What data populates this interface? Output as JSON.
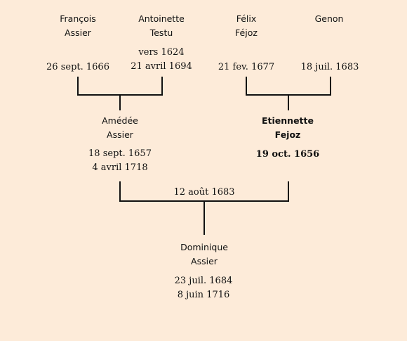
{
  "persons": {
    "francois": {
      "first": "François",
      "last": "Assier",
      "birth": "26 sept. 1666"
    },
    "antoinette": {
      "first": "Antoinette",
      "last": "Testu",
      "birth": "vers 1624",
      "death": "21 avril 1694"
    },
    "felix": {
      "first": "Félix",
      "last": "Féjoz",
      "birth": "21 fev. 1677"
    },
    "genon": {
      "first": "Genon",
      "death": "18 juil. 1683"
    },
    "amedee": {
      "first": "Amédée",
      "last": "Assier",
      "birth": "18 sept. 1657",
      "death": "4 avril 1718"
    },
    "etiennette": {
      "first": "Etiennette",
      "last": "Fejoz",
      "birth": "19 oct. 1656"
    },
    "dominique": {
      "first": "Dominique",
      "last": "Assier",
      "birth": "23 juil. 1684",
      "death": "8 juin 1716"
    }
  },
  "marriage": {
    "date": "12 août 1683"
  },
  "colors": {
    "background": "#fdebd9",
    "line": "#111111"
  }
}
